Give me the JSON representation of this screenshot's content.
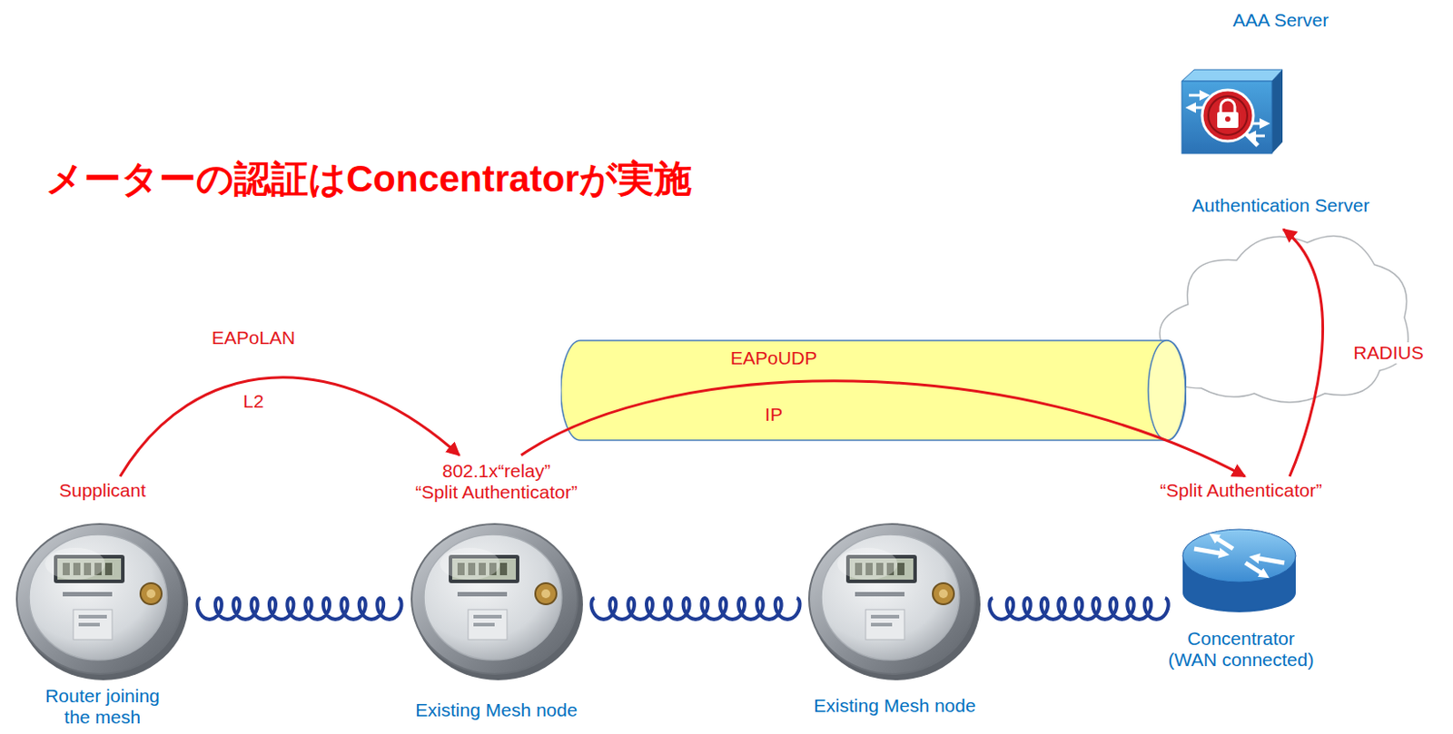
{
  "diagram": {
    "title": "メーターの認証はConcentratorが実施",
    "nodes": [
      {
        "text": [
          "Supplicant",
          "Router joining the mesh"
        ]
      },
      {
        "text": [
          "802.1x“relay”",
          "“Split Authenticator”",
          "Existing Mesh node"
        ]
      },
      {
        "text": [
          "EAPoUDP",
          "IP"
        ]
      },
      {
        "text": [
          "Existing Mesh node"
        ]
      },
      {
        "text": [
          "“Split Authenticator”",
          "Concentrator (WAN connected)"
        ]
      },
      {
        "text": [
          "AAA Server",
          "Authentication Server"
        ]
      }
    ],
    "edges": [
      {
        "from": 0,
        "to": 1,
        "arrow": "to",
        "label": "EAPoLAN"
      },
      {
        "from": 1,
        "to": 4,
        "arrow": "to"
      },
      {
        "from": 4,
        "to": 5,
        "arrow": "to",
        "label": "RADIUS"
      },
      {
        "from": 0,
        "to": 1,
        "arrow": "none"
      },
      {
        "from": 1,
        "to": 3,
        "arrow": "none"
      },
      {
        "from": 3,
        "to": 4,
        "arrow": "none"
      }
    ],
    "labels": [
      "L2"
    ]
  }
}
